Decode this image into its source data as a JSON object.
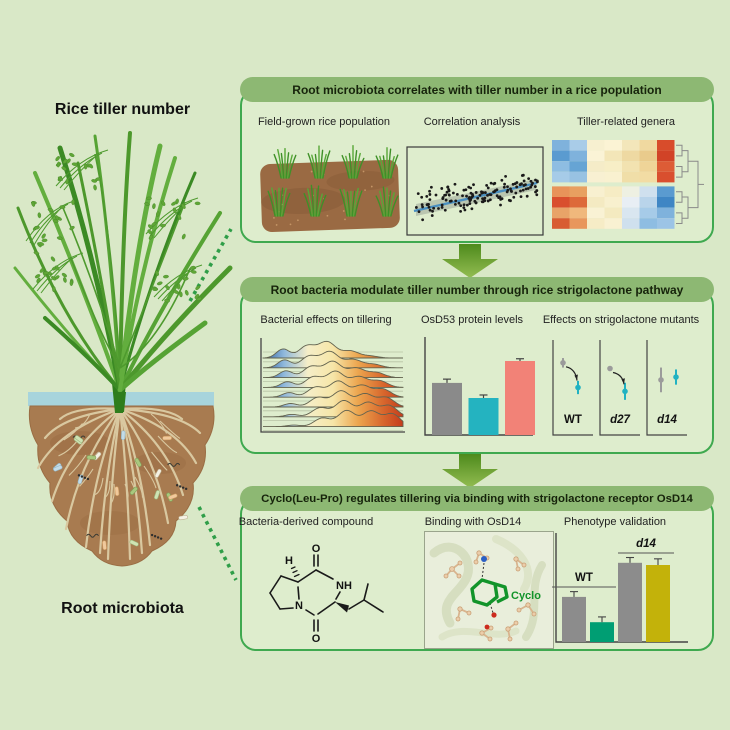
{
  "page": {
    "background": "#d9e8c7",
    "panel_border_green": "#3fa94f",
    "header_pill_green": "#8db873",
    "arrow_green_top": "#4e8a1c",
    "arrow_green_bottom": "#93bd52",
    "dotted_line_green": "#2f9e48"
  },
  "left_column": {
    "top_label": "Rice tiller number",
    "bottom_label": "Root microbiota"
  },
  "panels": [
    {
      "header": "Root microbiota correlates with tiller number in a rice population",
      "sections": [
        {
          "label": "Field-grown rice population"
        },
        {
          "label": "Correlation analysis"
        },
        {
          "label": "Tiller-related genera"
        }
      ]
    },
    {
      "header": "Root bacteria modulate tiller number through rice strigolactone pathway",
      "sections": [
        {
          "label": "Bacterial effects on tillering"
        },
        {
          "label": "OsD53 protein levels"
        },
        {
          "label": "Effects on strigolactone mutants"
        }
      ]
    },
    {
      "header": "Cyclo(Leu-Pro) regulates tillering via binding with strigolactone receptor OsD14",
      "sections": [
        {
          "label": "Bacteria-derived compound"
        },
        {
          "label": "Binding with OsD14"
        },
        {
          "label": "Phenotype validation"
        }
      ]
    }
  ],
  "molecule": {
    "atoms": [
      "H",
      "O",
      "NH",
      "N",
      "O"
    ]
  },
  "binding": {
    "ligand_label": "Cyclo"
  },
  "chart_data": [
    {
      "type": "scatter",
      "title": "Correlation analysis",
      "n_points": 150,
      "points_color": "#1a1a1a",
      "trendline": {
        "from": [
          0.05,
          0.32
        ],
        "to": [
          0.95,
          0.62
        ],
        "color": "#4a8fc0",
        "confidence_band": true
      },
      "note": "individual points estimated; cloud shows positive correlation between root microbiota and tiller number"
    },
    {
      "type": "heatmap",
      "title": "Tiller-related genera",
      "rows": 8,
      "cols": 7,
      "row_clusters": [
        [
          0,
          1,
          2,
          3
        ],
        [
          4,
          5,
          6,
          7
        ]
      ],
      "dendrogram": "right",
      "cell_colors": [
        [
          "#7fb2dc",
          "#a9cce8",
          "#f7f0d0",
          "#fbf3d4",
          "#f3e6ba",
          "#f0d9a0",
          "#d84c2b"
        ],
        [
          "#5a9bd0",
          "#7fb2dc",
          "#faf3d6",
          "#f3e6b8",
          "#eed9a2",
          "#e9cb8c",
          "#d14327"
        ],
        [
          "#8ebde2",
          "#66a4d4",
          "#f5ecc8",
          "#f7eec6",
          "#f2e2b0",
          "#efd498",
          "#dd5c36"
        ],
        [
          "#a6cbe8",
          "#98c2e2",
          "#f8f0d2",
          "#f9f1d0",
          "#f0dea8",
          "#f2dca4",
          "#d94f2e"
        ],
        [
          "#e8935a",
          "#e8a060",
          "#f8f0d0",
          "#f6ecc4",
          "#eef0e2",
          "#cfe0ee",
          "#5a9bd0"
        ],
        [
          "#d94f2e",
          "#dd6a3a",
          "#f4eac2",
          "#f8f0ce",
          "#e8eef4",
          "#b9d4ea",
          "#3f86c4"
        ],
        [
          "#e8a368",
          "#f0b87c",
          "#f9f2d4",
          "#f4eac0",
          "#d9e6f0",
          "#a6cbe8",
          "#7fb2dc"
        ],
        [
          "#d85c32",
          "#e8965c",
          "#f6ecc6",
          "#f9f1d2",
          "#cfe0ee",
          "#8ebde2",
          "#9cc4e6"
        ]
      ]
    },
    {
      "type": "area",
      "subtype": "ridgeline",
      "title": "Bacterial effects on tillering",
      "n_series": 8,
      "x_gradient": [
        "#2e5f9e",
        "#8fb8dc",
        "#f5eec8",
        "#f6e6a8",
        "#eca54e",
        "#d96a2e",
        "#c43c1c"
      ],
      "note": "stacked density ridges, peaks shifting right from top to bottom"
    },
    {
      "type": "bar",
      "title": "OsD53 protein levels",
      "values": [
        0.69,
        0.49,
        0.98
      ],
      "errors": [
        0.05,
        0.04,
        0.03
      ],
      "colors": [
        "#8a8a8a",
        "#24b3c0",
        "#f28277"
      ],
      "ylim": [
        0,
        1
      ]
    },
    {
      "type": "scatter",
      "subtype": "dot-interval",
      "title": "Effects on strigolactone mutants",
      "groups": [
        {
          "label": "WT",
          "italic": false,
          "arrow": true,
          "points": [
            {
              "color": "#9b9b9b",
              "y": 0.76,
              "err": 0.05
            },
            {
              "color": "#20b2c2",
              "y": 0.5,
              "err": 0.07
            }
          ]
        },
        {
          "label": "d27",
          "italic": true,
          "arrow": true,
          "points": [
            {
              "color": "#9b9b9b",
              "y": 0.7,
              "err": 0.02
            },
            {
              "color": "#20b2c2",
              "y": 0.46,
              "err": 0.09
            }
          ]
        },
        {
          "label": "d14",
          "italic": true,
          "arrow": false,
          "points": [
            {
              "color": "#9b9b9b",
              "y": 0.58,
              "err": 0.13
            },
            {
              "color": "#20b2c2",
              "y": 0.61,
              "err": 0.08
            }
          ]
        }
      ]
    },
    {
      "type": "bar",
      "title": "Phenotype validation",
      "groups": [
        {
          "label": "WT",
          "italic": false,
          "bars": [
            {
              "color": "#8c8c8c",
              "value": 0.41,
              "err": 0.06
            },
            {
              "color": "#009e73",
              "value": 0.18,
              "err": 0.06
            }
          ]
        },
        {
          "label": "d14",
          "italic": true,
          "bars": [
            {
              "color": "#8c8c8c",
              "value": 0.72,
              "err": 0.06
            },
            {
              "color": "#c3b20a",
              "value": 0.7,
              "err": 0.07
            }
          ]
        }
      ]
    }
  ]
}
